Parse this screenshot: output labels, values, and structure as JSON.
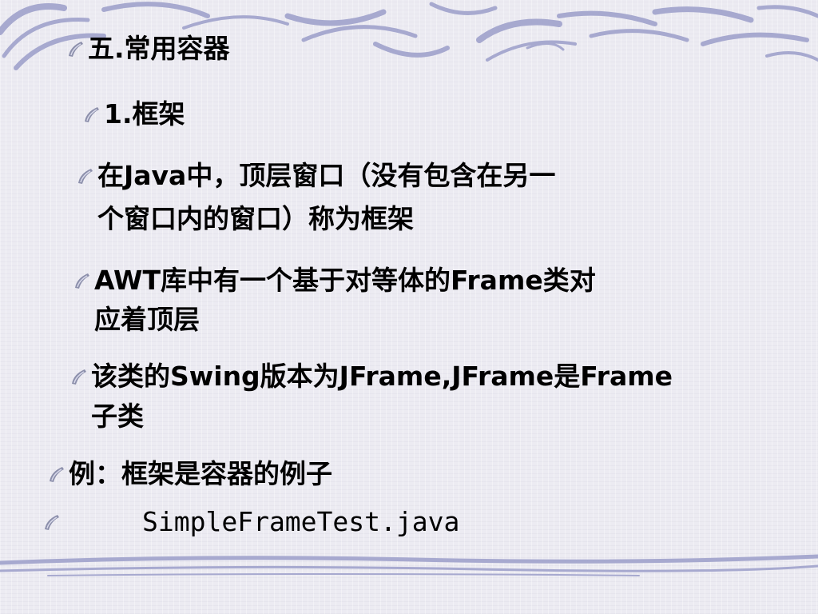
{
  "slide": {
    "heading": "五.常用容器",
    "subheading": "1.框架",
    "bullets": [
      {
        "line1": "在Java中，顶层窗口（没有包含在另一",
        "line2": "个窗口内的窗口）称为框架"
      },
      {
        "line1": "AWT库中有一个基于对等体的Frame类对",
        "line2": "应着顶层"
      },
      {
        "line1": "该类的Swing版本为JFrame,JFrame是Frame",
        "line2": "子类"
      }
    ],
    "example_label": "例：框架是容器的例子",
    "example_file": "SimpleFrameTest.java"
  },
  "colors": {
    "background": "#ecebf2",
    "decoration": "#a7a9cf",
    "bullet": "#8c8fab"
  }
}
